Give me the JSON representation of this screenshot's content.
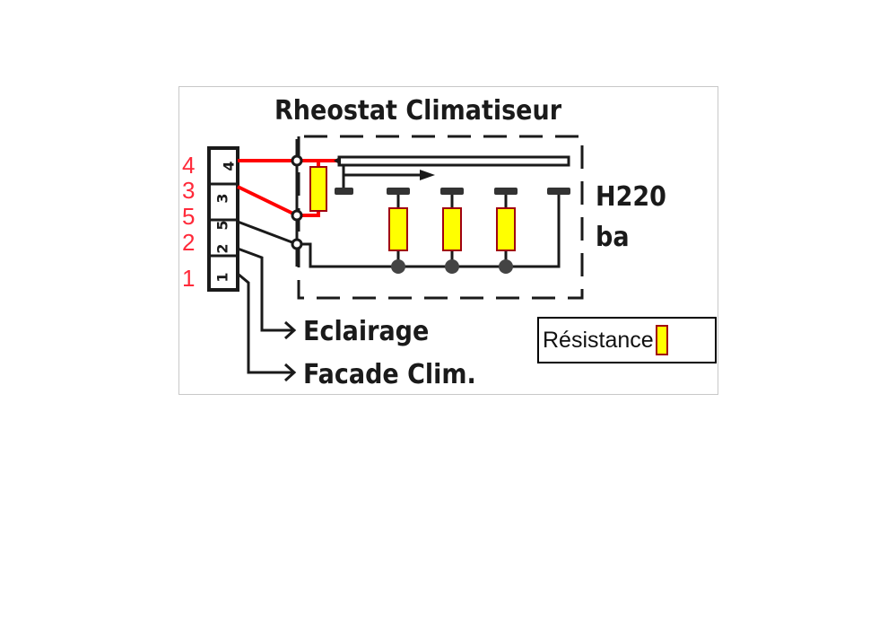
{
  "diagram": {
    "title": "Rheostat Climatiseur",
    "model_label_line1": "H220",
    "model_label_line2": "ba",
    "outputs": [
      {
        "label": "Eclairage"
      },
      {
        "label": "Facade Clim."
      }
    ],
    "pin_labels": [
      "4",
      "3",
      "5",
      "2",
      "1"
    ],
    "connector_pins": [
      "4",
      "3",
      "5",
      "2",
      "1"
    ],
    "legend": {
      "label": "Résistance",
      "swatch_fill": "#ffff00",
      "swatch_border": "#a00010"
    },
    "colors": {
      "powered_wire": "#ff0000",
      "wire": "#1a1a1a",
      "resistor_fill": "#ffff00",
      "resistor_border": "#a00010",
      "pin_label": "#ff2a3a"
    },
    "resistor_count": 4
  }
}
